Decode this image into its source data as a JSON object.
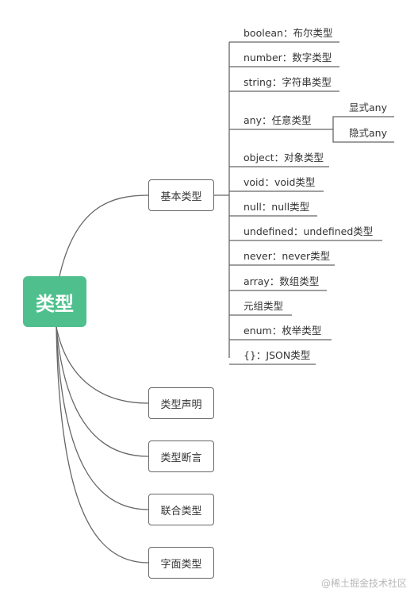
{
  "root": "类型",
  "branches": {
    "basic": "基本类型",
    "declaration": "类型声明",
    "assertion": "类型断言",
    "union": "联合类型",
    "literal": "字面类型"
  },
  "basic_children": [
    "boolean：布尔类型",
    "number：数字类型",
    "string：字符串类型",
    "any：任意类型",
    "object：对象类型",
    "void：void类型",
    "null：null类型",
    "undefined：undefined类型",
    "never：never类型",
    "array：数组类型",
    "元组类型",
    "enum：枚举类型",
    "{}：JSON类型"
  ],
  "any_children": [
    "显式any",
    "隐式any"
  ],
  "watermark": "@稀土掘金技术社区",
  "colors": {
    "root_fill": "#4fc08d",
    "line": "#666666"
  }
}
